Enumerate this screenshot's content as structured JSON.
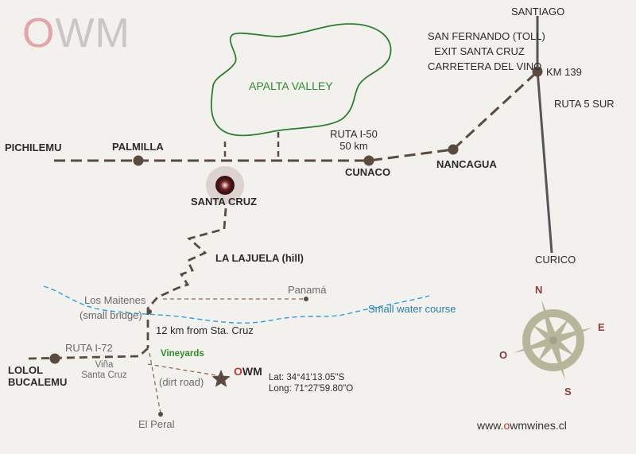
{
  "logo": {
    "o": "O",
    "wm": "WM"
  },
  "places": {
    "santiago": "SANTIAGO",
    "san_fernando": "SAN FERNANDO (TOLL)",
    "exit": "EXIT SANTA CRUZ",
    "carretera": "CARRETERA DEL VINO",
    "km": "KM 139",
    "ruta5": "RUTA 5 SUR",
    "apalta": "APALTA VALLEY",
    "pichilemu": "PICHILEMU",
    "palmilla": "PALMILLA",
    "ruta_i50": "RUTA I-50",
    "km50": "50 km",
    "cunaco": "CUNACO",
    "nancagua": "NANCAGUA",
    "santa_cruz": "SANTA CRUZ",
    "la_lajuela": "LA LAJUELA (hill)",
    "curico": "CURICO",
    "panama": "Panamá",
    "los_maitenes": "Los Maitenes",
    "small_bridge": "(small bridge)",
    "water": "Small water course",
    "km12": "12 km from Sta. Cruz",
    "ruta_i72": "RUTA I-72",
    "vina": "Viña",
    "santa_cruz_small": "Santa Cruz",
    "vineyards": "Vineyards",
    "lolol": "LOLOL",
    "bucalemu": "BUCALEMU",
    "dirt_road": "(dirt road)",
    "el_peral": "El Peral"
  },
  "winery": {
    "o": "O",
    "wm": "WM",
    "lat": "Lat: 34°41'13.05\"S",
    "long": "Long: 71°27'59.80\"O"
  },
  "compass": {
    "n": "N",
    "e": "E",
    "s": "S",
    "o": "O"
  },
  "website": {
    "pre": "www.",
    "o": "o",
    "post": "wmwines.cl"
  },
  "colors": {
    "road": "#5b4a40",
    "compass": "#b7b59a",
    "water": "#2a9fd6",
    "valley": "#2e7d32"
  }
}
